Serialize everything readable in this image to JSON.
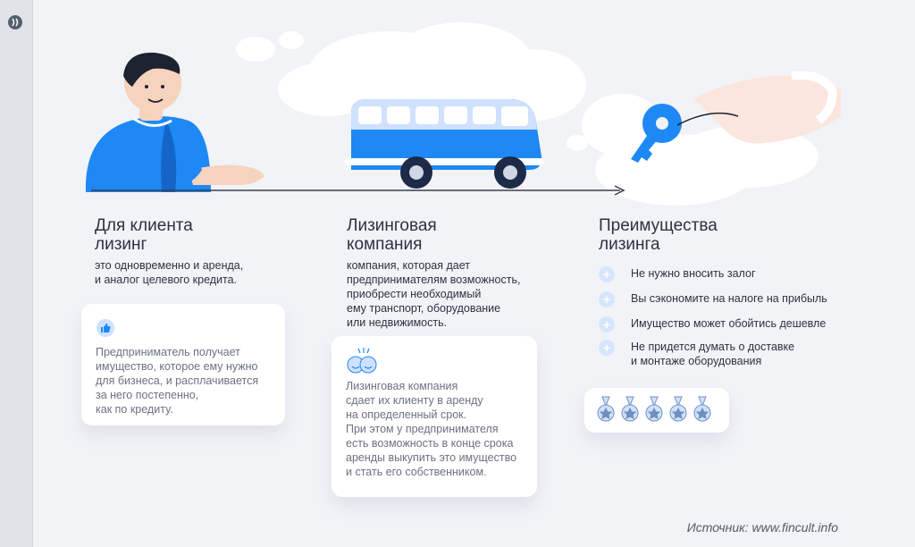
{
  "sections": {
    "client": {
      "title": "Для клиента\nлизинг",
      "description": "это одновременно и аренда,\nи аналог целевого кредита.",
      "card_text": "Предприниматель получает\nимущество, которое ему нужно\nдля бизнеса, и расплачивается\nза него постепенно,\nкак по кредиту.",
      "card_icon": "thumbs-up-icon"
    },
    "company": {
      "title": "Лизинговая\nкомпания",
      "description": "компания, которая дает\nпредпринимателям возможность,\nприобрести необходимый\nему транспорт, оборудование\nили недвижимость.",
      "card_text": "Лизинговая компания\nсдает их клиенту в аренду\nна определенный срок.\nПри этом у предпринимателя\nесть возможность в конце срока\nаренды выкупить это имущество\nи стать его собственником.",
      "card_icon": "smiling-faces-icon"
    },
    "benefits": {
      "title": "Преимущества\nлизинга",
      "items": [
        "Не нужно вносить залог",
        "Вы сэкономите на налоге на прибыль",
        "Имущество может обойтись дешевле",
        "Не придется думать о доставке\nи монтаже оборудования"
      ],
      "medals_icon": "award-medal-icon"
    }
  },
  "source": "Источник: www.fincult.info",
  "colors": {
    "primary_blue": "#1e88f5",
    "light_blue": "#9fc4ff",
    "text_dark": "#2d3240",
    "text_gray": "#6b7182",
    "background": "#f1f3f7"
  }
}
